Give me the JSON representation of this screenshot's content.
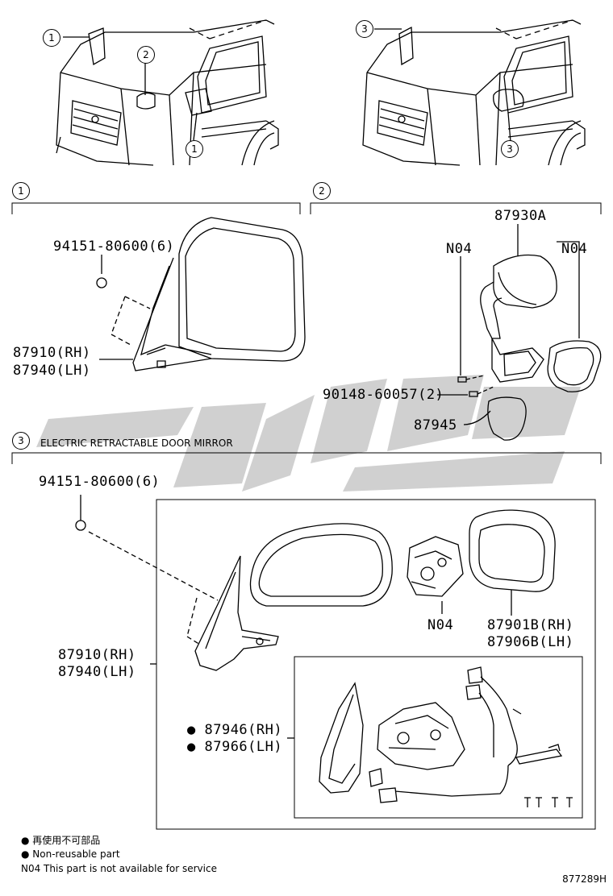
{
  "callouts": {
    "c1": "1",
    "c2": "2",
    "c3": "3"
  },
  "sections": {
    "s1": {
      "num": "1"
    },
    "s2": {
      "num": "2"
    },
    "s3": {
      "num": "3",
      "title": "ELECTRIC RETRACTABLE DOOR MIRROR"
    }
  },
  "parts": {
    "p94151_a": "94151-80600(6)",
    "p87910_a": "87910(RH)",
    "p87940_a": "87940(LH)",
    "p87930A": "87930A",
    "n04_left": "N04",
    "n04_right": "N04",
    "p90148": "90148-60057(2)",
    "p87945": "87945",
    "p94151_b": "94151-80600(6)",
    "n04_motor": "N04",
    "p87901B": "87901B(RH)",
    "p87906B": "87906B(LH)",
    "p87910_b": "87910(RH)",
    "p87940_b": "87940(LH)",
    "p87946": "87946(RH)",
    "p87966": "87966(LH)"
  },
  "legend": {
    "jp": "再使用不可部品",
    "en": "Non-reusable part",
    "n04": "N04 This part is not available for service"
  },
  "diagram_code": "877289H",
  "colors": {
    "line": "#000000",
    "watermark": "#c8c8c8"
  }
}
